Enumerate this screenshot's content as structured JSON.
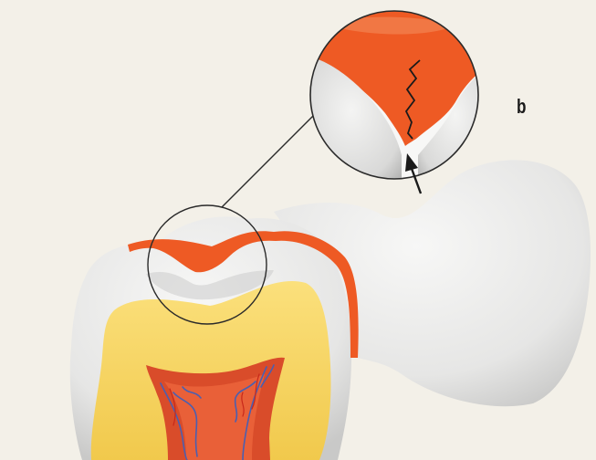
{
  "figure": {
    "panel_label": "b",
    "colors": {
      "background": "#f3f0e8",
      "enamel": "#e9e9e8",
      "enamel_shadow": "#bdbdbd",
      "restoration": "#ee5a24",
      "dentin": "#f7d56a",
      "pulp": "#e0532a",
      "vessels": "#4b5fb0",
      "outline": "#2a2a2a"
    },
    "elements": [
      {
        "name": "tooth-crown",
        "icon": "tooth"
      },
      {
        "name": "restoration-layer",
        "icon": "restoration"
      },
      {
        "name": "detail-magnifier",
        "icon": "magnifier-circle"
      },
      {
        "name": "crack-line",
        "icon": "crack"
      },
      {
        "name": "arrow-indicator",
        "icon": "arrow"
      }
    ]
  }
}
